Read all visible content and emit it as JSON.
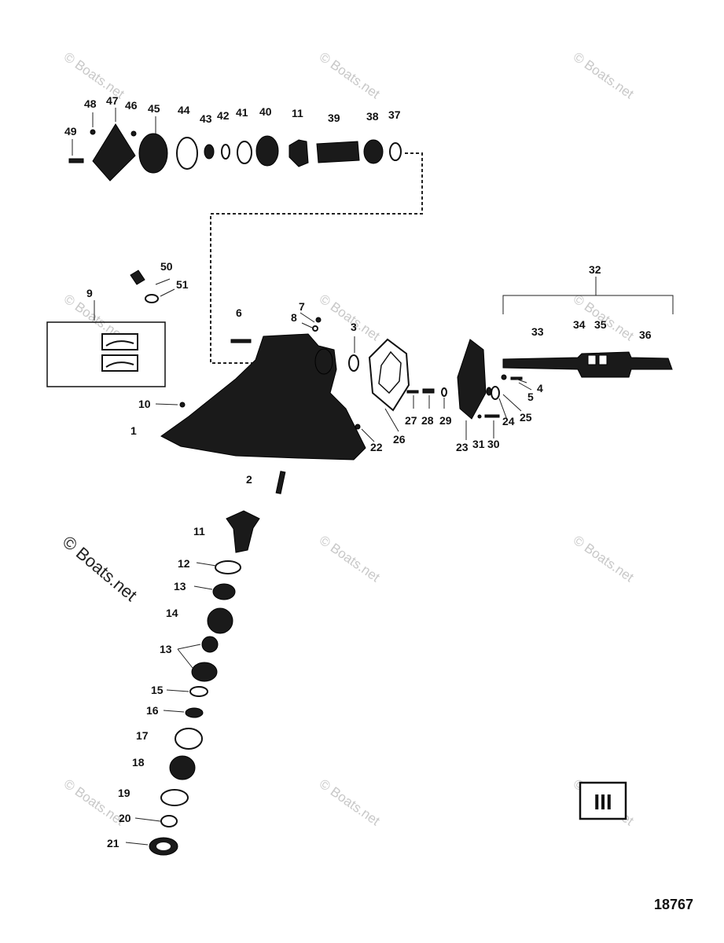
{
  "diagram": {
    "callouts": [
      "1",
      "2",
      "3",
      "4",
      "5",
      "6",
      "7",
      "8",
      "9",
      "10",
      "11",
      "11",
      "12",
      "13",
      "13",
      "14",
      "15",
      "16",
      "17",
      "18",
      "19",
      "20",
      "21",
      "22",
      "23",
      "24",
      "25",
      "26",
      "27",
      "28",
      "29",
      "30",
      "31",
      "32",
      "33",
      "34",
      "35",
      "36",
      "37",
      "38",
      "39",
      "40",
      "41",
      "42",
      "43",
      "44",
      "45",
      "46",
      "47",
      "48",
      "49",
      "50",
      "51"
    ],
    "watermark": "© Boats.net",
    "drawing_number": "18767",
    "section_badge": "III"
  },
  "colors": {
    "ink": "#1a1a1a",
    "watermark": "#c8c8c8",
    "background": "#ffffff"
  }
}
